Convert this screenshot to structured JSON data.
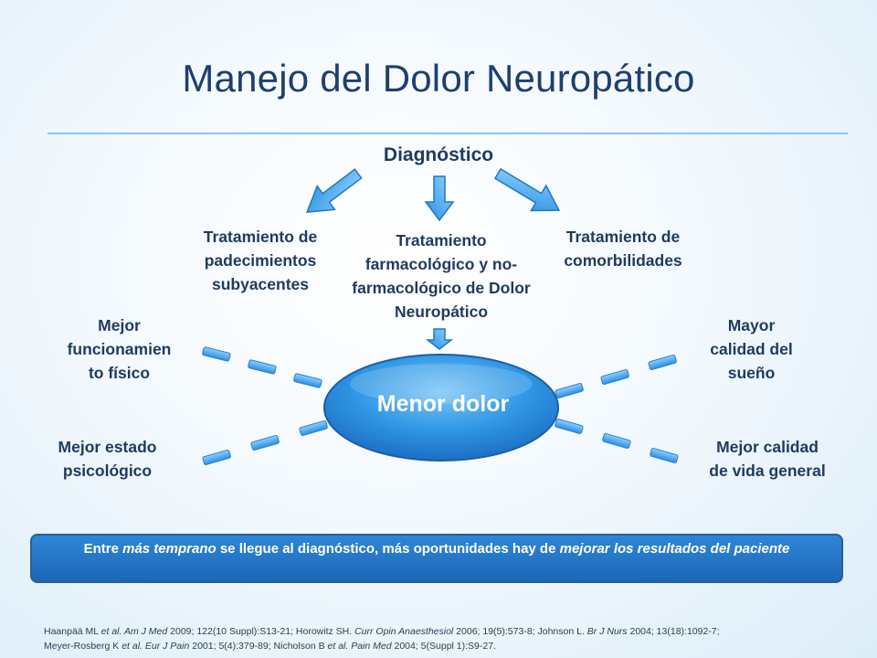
{
  "title": "Manejo del Dolor Neuropático",
  "diagnosis": "Diagnóstico",
  "treatments": {
    "left": [
      "Tratamiento de",
      "padecimientos",
      "subyacentes"
    ],
    "center": [
      "Tratamiento",
      "farmacológico y no-",
      "farmacológico de Dolor",
      "Neuropático"
    ],
    "right": [
      "Tratamiento de",
      "comorbilidades"
    ]
  },
  "center_outcome": "Menor dolor",
  "outcomes": {
    "top_left": [
      "Mejor",
      "funcionamien",
      "to físico"
    ],
    "bottom_left": [
      "Mejor estado",
      "psicológico"
    ],
    "top_right": [
      "Mayor",
      "calidad del",
      "sueño"
    ],
    "bottom_right": [
      "Mejor calidad",
      "de vida general"
    ]
  },
  "note": {
    "p1": "Entre ",
    "e1": "más temprano",
    "p2": " se llegue al diagnóstico, más oportunidades  hay de ",
    "e2": "mejorar",
    "p3": " ",
    "e3": "los resultados del paciente"
  },
  "references": {
    "r1a": "Haanpää ML ",
    "r1b": "et al.",
    "r1c": " Am J Med",
    "r1d": " 2009; 122(10 Suppl):S13-21; Horowitz SH. ",
    "r1e": "Curr Opin Anaesthesiol",
    "r1f": " 2006; 19(5):573-8; Johnson L. ",
    "r1g": "Br J Nurs",
    "r1h": " 2004; 13(18):1092-7;",
    "r2a": "Meyer-Rosberg K ",
    "r2b": "et al. Eur J Pain",
    "r2c": " 2001; 5(4):379-89; Nicholson B ",
    "r2d": "et al. Pain Med",
    "r2e": " 2004; 5(Suppl 1):S9-27."
  },
  "colors": {
    "title": "#1f3f6e",
    "arrow": "#3aa3e6",
    "ellipse": "#2d8fde",
    "note_bg": "#2378c8"
  }
}
